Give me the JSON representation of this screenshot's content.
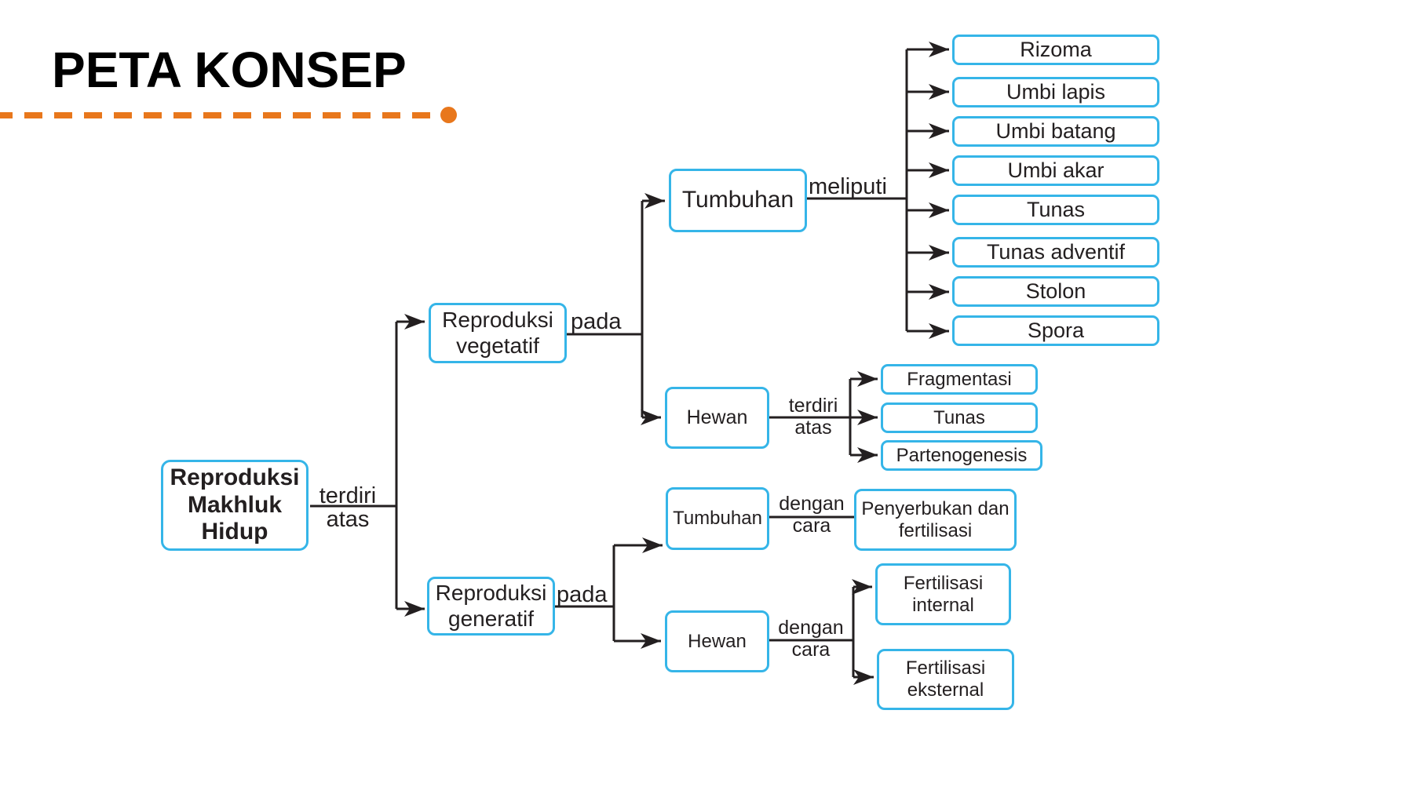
{
  "title": "PETA KONSEP",
  "nodes": {
    "root": "Reproduksi Makhluk Hidup",
    "vegetatif": "Reproduksi vegetatif",
    "generatif": "Reproduksi generatif",
    "veg_tumbuhan": "Tumbuhan",
    "veg_hewan": "Hewan",
    "gen_tumbuhan": "Tumbuhan",
    "gen_hewan": "Hewan",
    "veg_tumbuhan_children": [
      "Rizoma",
      "Umbi lapis",
      "Umbi batang",
      "Umbi akar",
      "Tunas",
      "Tunas adventif",
      "Stolon",
      "Spora"
    ],
    "veg_hewan_children": [
      "Fragmentasi",
      "Tunas",
      "Partenogenesis"
    ],
    "gen_tumbuhan_children": [
      "Penyerbukan dan fertilisasi"
    ],
    "gen_hewan_children": [
      "Fertilisasi internal",
      "Fertilisasi eksternal"
    ]
  },
  "edge_labels": {
    "root": "terdiri atas",
    "vegetatif": "pada",
    "generatif": "pada",
    "veg_tumbuhan": "meliputi",
    "veg_hewan": "terdiri atas",
    "gen_tumbuhan": "dengan cara",
    "gen_hewan": "dengan cara"
  },
  "colors": {
    "box_border": "#35b5e8",
    "connector": "#231f20",
    "text": "#231f20",
    "title": "#000000",
    "accent_orange": "#e8771c"
  }
}
